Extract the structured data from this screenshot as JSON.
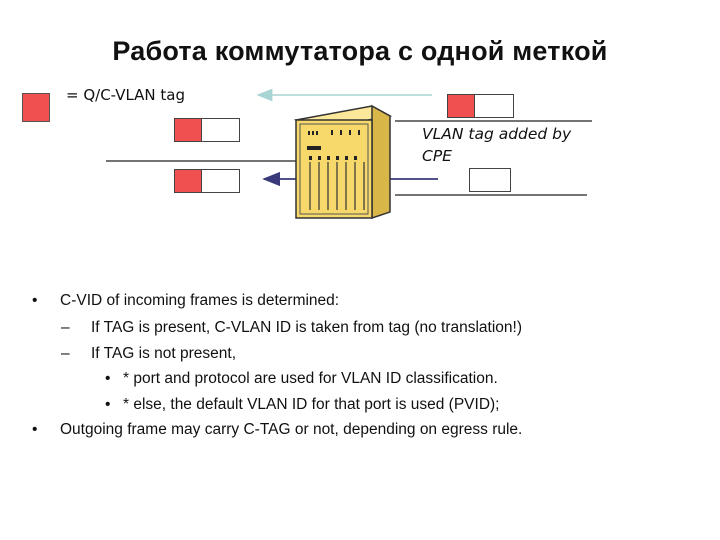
{
  "title": "Работа коммутатора с одной меткой",
  "legend": {
    "text": "= Q/C-VLAN tag",
    "color": "#f05050"
  },
  "note": "VLAN tag added by CPE",
  "colors": {
    "tag": "#f05050",
    "switch_body": "#f6d96a",
    "arrow_light": "#a8d4d4",
    "arrow_dark": "#3a3a7a"
  },
  "bullets": [
    {
      "level": 1,
      "marker": "•",
      "text": "C-VID of incoming frames is determined:"
    },
    {
      "level": 2,
      "marker": "–",
      "text": "If TAG is present, C-VLAN ID is taken from tag (no translation!)"
    },
    {
      "level": 2,
      "marker": "–",
      "text": "If TAG is not present,"
    },
    {
      "level": 3,
      "marker": "•",
      "text": "* port and protocol are used for VLAN ID classification."
    },
    {
      "level": 3,
      "marker": "•",
      "text": "* else, the default VLAN ID for that port is used (PVID);"
    },
    {
      "level": 1,
      "marker": "•",
      "text": "Outgoing frame may carry C-TAG or not, depending on egress rule."
    }
  ]
}
